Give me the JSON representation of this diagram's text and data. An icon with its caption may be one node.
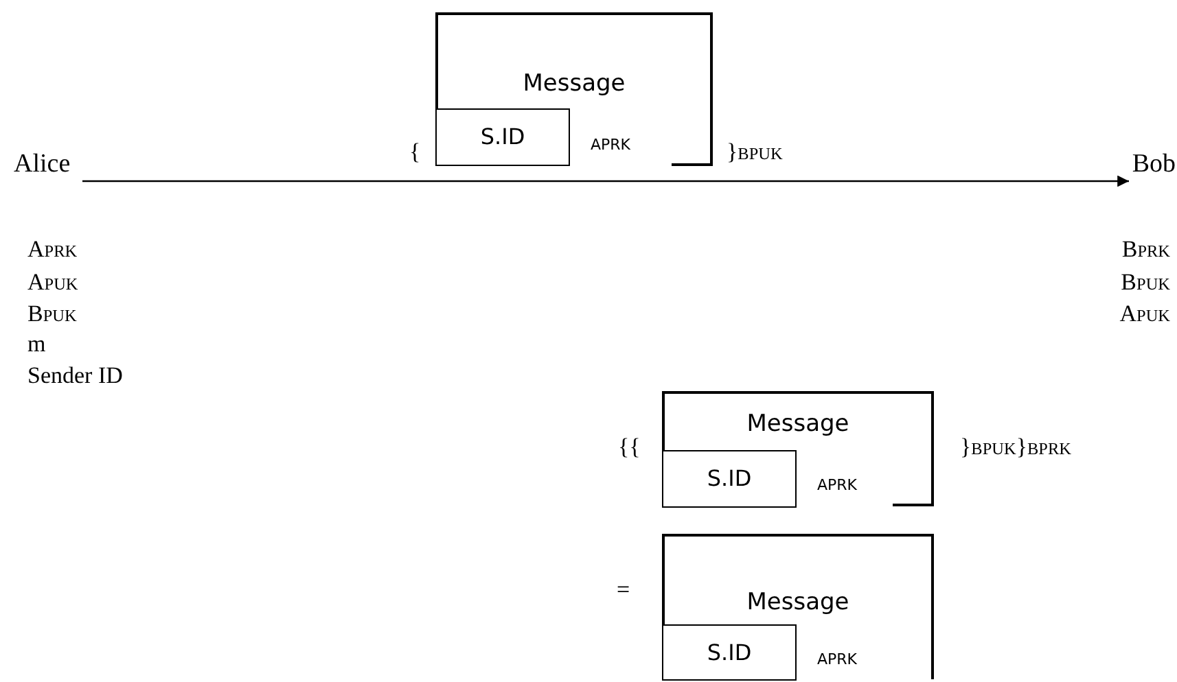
{
  "diagram": {
    "nodes": [
      {
        "text": [
          "Alice"
        ]
      },
      {
        "text": [
          "Bob"
        ]
      },
      {
        "text": [
          "Message",
          "APRK"
        ]
      },
      {
        "text": [
          "S.ID"
        ],
        "in": 2
      },
      {
        "text": [
          "Message",
          "APRK"
        ]
      },
      {
        "text": [
          "S.ID"
        ],
        "in": 4
      },
      {
        "text": [
          "Message",
          "APRK"
        ]
      },
      {
        "text": [
          "S.ID"
        ],
        "in": 6
      }
    ],
    "edges": [
      {
        "from": 0,
        "to": 1,
        "arrow": "to"
      }
    ],
    "labels": [
      "{",
      "}BPUK",
      "APRK",
      "BPRK",
      "APUK",
      "BPUK",
      "BPUK",
      "APUK",
      "m",
      "Sender ID",
      "{{",
      "}BPUK}BPRK",
      "="
    ]
  }
}
